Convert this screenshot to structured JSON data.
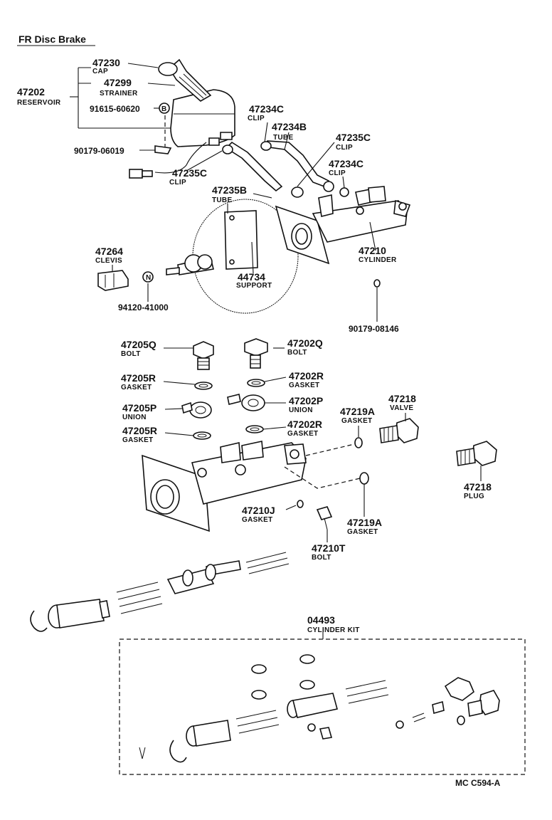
{
  "title": "FR Disc Brake",
  "reference_code": "MC  C594-A",
  "colors": {
    "ink": "#111111",
    "paper": "#ffffff"
  },
  "parts": {
    "p47230": {
      "number": "47230",
      "name": "CAP"
    },
    "p47299": {
      "number": "47299",
      "name": "STRAINER"
    },
    "p47202": {
      "number": "47202",
      "name": "RESERVOIR"
    },
    "p91615": {
      "number": "91615-60620",
      "marker": "B"
    },
    "p90179a": {
      "number": "90179-06019"
    },
    "p47235c_a": {
      "number": "47235C",
      "name": "CLIP"
    },
    "p47234c_a": {
      "number": "47234C",
      "name": "CLIP"
    },
    "p47234b": {
      "number": "47234B",
      "name": "TUBE"
    },
    "p47235c_b": {
      "number": "47235C",
      "name": "CLIP"
    },
    "p47234c_b": {
      "number": "47234C",
      "name": "CLIP"
    },
    "p47235b": {
      "number": "47235B",
      "name": "TUBE"
    },
    "p47264": {
      "number": "47264",
      "name": "CLEVIS"
    },
    "p94120": {
      "number": "94120-41000",
      "marker": "N"
    },
    "p44734": {
      "number": "44734",
      "name": "SUPPORT"
    },
    "p47210": {
      "number": "47210",
      "name": "CYLINDER"
    },
    "p90179b": {
      "number": "90179-08146"
    },
    "p47205q": {
      "number": "47205Q",
      "name": "BOLT"
    },
    "p47202q": {
      "number": "47202Q",
      "name": "BOLT"
    },
    "p47205r_a": {
      "number": "47205R",
      "name": "GASKET"
    },
    "p47202r_a": {
      "number": "47202R",
      "name": "GASKET"
    },
    "p47205p": {
      "number": "47205P",
      "name": "UNION"
    },
    "p47202p": {
      "number": "47202P",
      "name": "UNION"
    },
    "p47219a_a": {
      "number": "47219A",
      "name": "GASKET"
    },
    "p47218v": {
      "number": "47218",
      "name": "VALVE"
    },
    "p47205r_b": {
      "number": "47205R",
      "name": "GASKET"
    },
    "p47202r_b": {
      "number": "47202R",
      "name": "GASKET"
    },
    "p47218p": {
      "number": "47218",
      "name": "PLUG"
    },
    "p47210j": {
      "number": "47210J",
      "name": "GASKET"
    },
    "p47219a_b": {
      "number": "47219A",
      "name": "GASKET"
    },
    "p47210t": {
      "number": "47210T",
      "name": "BOLT"
    },
    "p04493": {
      "number": "04493",
      "name": "CYLINDER KIT"
    }
  }
}
